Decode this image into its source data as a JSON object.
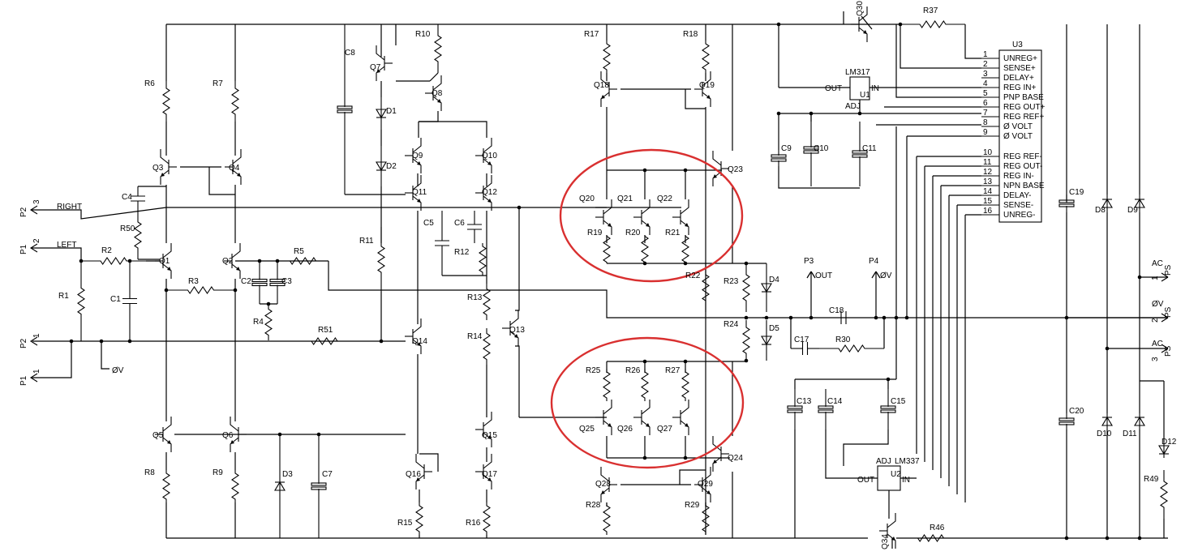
{
  "labels": {
    "R1": "R1",
    "R2": "R2",
    "R3": "R3",
    "R4": "R4",
    "R5": "R5",
    "R6": "R6",
    "R7": "R7",
    "R8": "R8",
    "R9": "R9",
    "R10": "R10",
    "R11": "R11",
    "R12": "R12",
    "R13": "R13",
    "R14": "R14",
    "R15": "R15",
    "R16": "R16",
    "R17": "R17",
    "R18": "R18",
    "R19": "R19",
    "R20": "R20",
    "R21": "R21",
    "R22": "R22",
    "R23": "R23",
    "R24": "R24",
    "R25": "R25",
    "R26": "R26",
    "R27": "R27",
    "R28": "R28",
    "R29": "R29",
    "R30": "R30",
    "R37": "R37",
    "R46": "R46",
    "R49": "R49",
    "R50": "R50",
    "R51": "R51",
    "C1": "C1",
    "C2": "C2",
    "C3": "C3",
    "C4": "C4",
    "C5": "C5",
    "C6": "C6",
    "C7": "C7",
    "C8": "C8",
    "C9": "C9",
    "C10": "C10",
    "C11": "C11",
    "C13": "C13",
    "C14": "C14",
    "C15": "C15",
    "C17": "C17",
    "C18": "C18",
    "C19": "C19",
    "C20": "C20",
    "Q1": "Q1",
    "Q2": "Q2",
    "Q3": "Q3",
    "Q4": "Q4",
    "Q5": "Q5",
    "Q6": "Q6",
    "Q7": "Q7",
    "Q8": "Q8",
    "Q9": "Q9",
    "Q10": "Q10",
    "Q11": "Q11",
    "Q12": "Q12",
    "Q13": "Q13",
    "Q14": "Q14",
    "Q15": "Q15",
    "Q16": "Q16",
    "Q17": "Q17",
    "Q18": "Q18",
    "Q19": "Q19",
    "Q20": "Q20",
    "Q21": "Q21",
    "Q22": "Q22",
    "Q23": "Q23",
    "Q24": "Q24",
    "Q25": "Q25",
    "Q26": "Q26",
    "Q27": "Q27",
    "Q28": "Q28",
    "Q29": "Q29",
    "Q30": "Q30",
    "Q34": "Q34",
    "D1": "D1",
    "D2": "D2",
    "D3": "D3",
    "D4": "D4",
    "D5": "D5",
    "D8": "D8",
    "D9": "D9",
    "D10": "D10",
    "D11": "D11",
    "D12": "D12",
    "U1": "U1",
    "U2": "U2",
    "U3": "U3",
    "LM317": "LM317",
    "LM337": "LM337",
    "OUT": "OUT",
    "IN": "IN",
    "ADJ": "ADJ",
    "ADJ2": "ADJ",
    "OUT2": "OUT",
    "IN2": "IN",
    "P1": "P1",
    "P2": "P2",
    "P3": "P3",
    "P4": "P4",
    "PS": "PS",
    "RIGHT": "RIGHT",
    "LEFT": "LEFT",
    "ZV": "ØV",
    "ZV2": "ØV",
    "OUTP3": "OUT",
    "AC": "AC",
    "AC2": "AC",
    "ZV3": "ØV",
    "n1": "1",
    "n2": "2",
    "n3": "3"
  },
  "u3_pins": [
    {
      "num": "1",
      "name": "UNREG+"
    },
    {
      "num": "2",
      "name": "SENSE+"
    },
    {
      "num": "3",
      "name": "DELAY+"
    },
    {
      "num": "4",
      "name": "REG IN+"
    },
    {
      "num": "5",
      "name": "PNP BASE"
    },
    {
      "num": "6",
      "name": "REG OUT+"
    },
    {
      "num": "7",
      "name": "REG REF+"
    },
    {
      "num": "8",
      "name": "Ø VOLT"
    },
    {
      "num": "9",
      "name": "Ø VOLT"
    },
    {
      "num": "10",
      "name": "REG REF-"
    },
    {
      "num": "11",
      "name": "REG OUT-"
    },
    {
      "num": "12",
      "name": "REG IN-"
    },
    {
      "num": "13",
      "name": "NPN BASE"
    },
    {
      "num": "14",
      "name": "DELAY-"
    },
    {
      "num": "15",
      "name": "SENSE-"
    },
    {
      "num": "16",
      "name": "UNREG-"
    }
  ],
  "colors": {
    "ink": "#000000",
    "highlight": "#d93030",
    "background": "#ffffff"
  }
}
